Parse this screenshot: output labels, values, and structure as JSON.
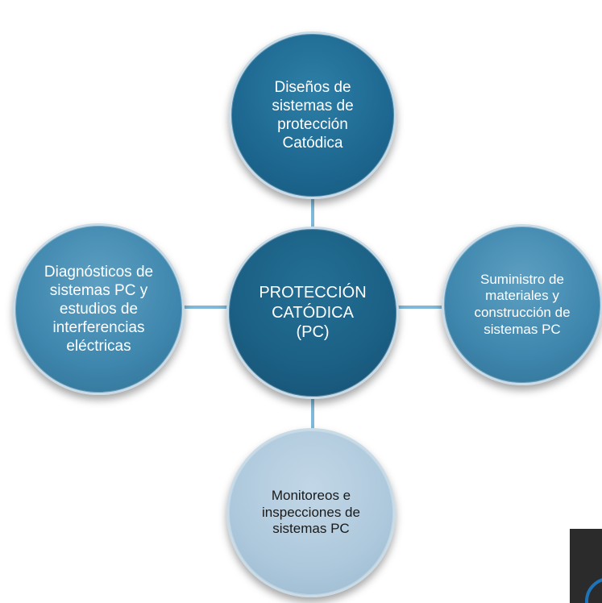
{
  "diagram": {
    "center": {
      "label": "PROTECCIÓN\nCATÓDICA\n(PC)"
    },
    "top": {
      "label": "Diseños de\nsistemas de\nprotección\nCatódica"
    },
    "left": {
      "label": "Diagnósticos de\nsistemas PC y\nestudios de\ninterferencias\neléctricas"
    },
    "right": {
      "label": "Suministro de\nmateriales y\nconstrucción de\nsistemas PC"
    },
    "bottom": {
      "label": "Monitoreos e\ninspecciones de\nsistemas PC"
    }
  },
  "colors": {
    "connector": "#7fb8d8",
    "node_border": "#c9dbe6",
    "center_fill": "#1b5f84",
    "top_fill": "#1d6790",
    "side_fill": "#3e86ad",
    "bottom_fill": "#adc8dc",
    "corner_dark": "#2b2b2b",
    "corner_arc": "#1f74b8"
  }
}
